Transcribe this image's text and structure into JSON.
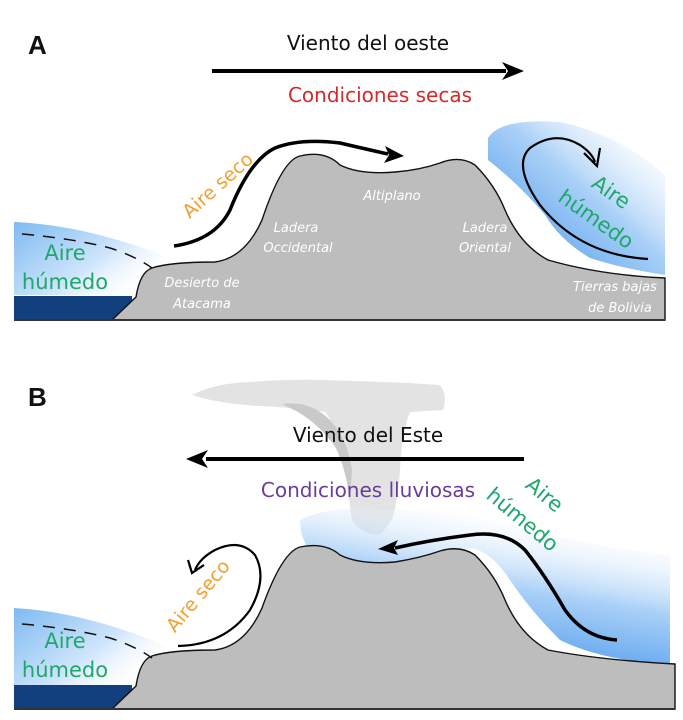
{
  "panel_a": {
    "letter": "A",
    "wind_label": "Viento del oeste",
    "wind_direction": "east",
    "conditions": "Condiciones secas",
    "dry_air_label": "Aire seco",
    "humid_air_left": [
      "Aire",
      "húmedo"
    ],
    "humid_air_right": [
      "Aire",
      "húmedo"
    ],
    "places": {
      "atacama": [
        "Desierto de",
        "Atacama"
      ],
      "west_slope": [
        "Ladera",
        "Occidental"
      ],
      "altiplano": "Altiplano",
      "east_slope": [
        "Ladera",
        "Oriental"
      ],
      "lowlands": [
        "Tierras bajas",
        "de Bolivia"
      ]
    }
  },
  "panel_b": {
    "letter": "B",
    "wind_label": "Viento del Este",
    "wind_direction": "west",
    "conditions": "Condiciones lluviosas",
    "dry_air_label": "Aire seco",
    "humid_air_left": [
      "Aire",
      "húmedo"
    ],
    "humid_air_right": [
      "Aire",
      "húmedo"
    ]
  },
  "colors": {
    "mountain": "#bdbdbd",
    "ocean": "#123f7e",
    "humid_air": "#5aa8f0",
    "dry_text": "#f0a030",
    "humid_text": "#1fa86a",
    "dry_conditions": "#d42a2a",
    "wet_conditions": "#6a3d9a",
    "cloud": "#e0e0e0"
  }
}
